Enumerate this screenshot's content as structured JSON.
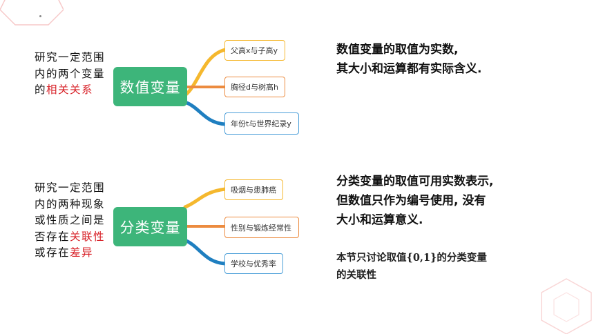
{
  "group1": {
    "desc_plain": "研究一定范围内的两个变量的",
    "desc_highlight": "相关关系",
    "main_label": "数值变量",
    "leaves": [
      "父高x与子高y",
      "胸径d与树高h",
      "年份t与世界纪录y"
    ],
    "explain_line1": "数值变量的取值为实数,",
    "explain_line2": "其大小和运算都有实际含义."
  },
  "group2": {
    "desc_plain1": "研究一定范围内的两种现象或性质之间是否存在",
    "desc_highlight1": "关联性",
    "desc_plain2": "或存在",
    "desc_highlight2": "差异",
    "main_label": "分类变量",
    "leaves": [
      "吸烟与患肺癌",
      "性别与锻炼经常性",
      "学校与优秀率"
    ],
    "explain_line1": "分类变量的取值可用实数表示,",
    "explain_line2": "但数值只作为编号使用, 没有",
    "explain_line3": "大小和运算意义.",
    "note_line1": "本节只讨论取值{0,1}的分类变量",
    "note_line2": "的关联性"
  },
  "colors": {
    "main_node": "#3db57a",
    "highlight": "#d8232a",
    "branch_top": "#f5b82e",
    "branch_mid": "#ec8b3f",
    "branch_bottom": "#1f7fc0",
    "hex_deco": "#f7c9c9"
  }
}
